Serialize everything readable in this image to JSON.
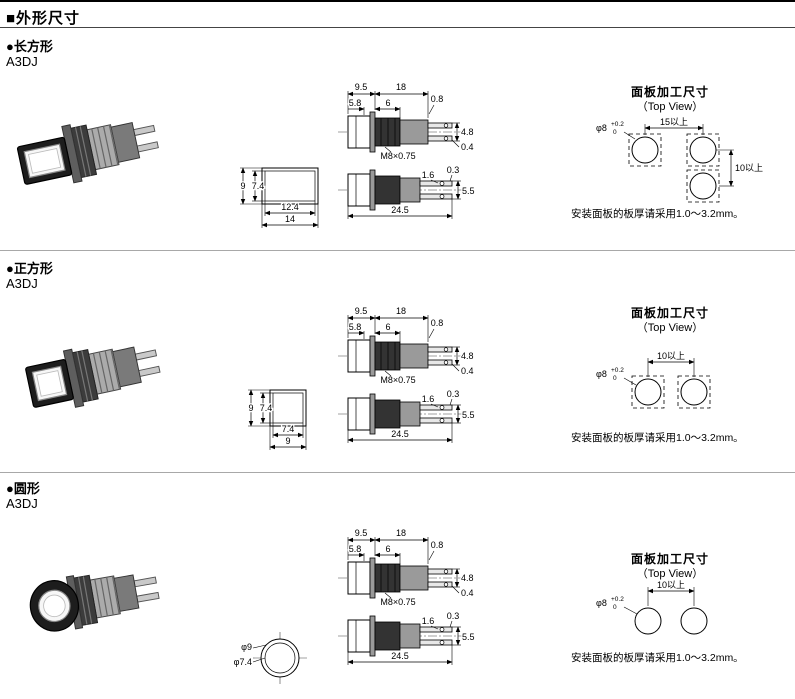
{
  "page": {
    "title": "■外形尺寸"
  },
  "shared": {
    "model": "A3DJ",
    "panel_title": "面板加工尺寸",
    "panel_subtitle": "（Top View）",
    "note": "安装面板的板厚请采用1.0～3.2mm。",
    "side_top": {
      "front_depth": "9.5",
      "body_len": "18",
      "cap_h": "5.8",
      "thread_len": "6",
      "panel_gap": "0.8",
      "term_span": "4.8",
      "term_thick": "0.4",
      "thread_spec": "M8×0.75"
    },
    "side_bottom": {
      "hole_off": "1.6",
      "tip_off": "0.3",
      "term_h": "5.5",
      "total_len": "24.5"
    }
  },
  "sections": [
    {
      "shape": "●长方形",
      "front": {
        "h_outer": "9",
        "h_inner": "7.4",
        "w_inner": "12.4",
        "w_outer": "14"
      },
      "panel": {
        "hole": "φ8",
        "tol_plus": "+0.2",
        "tol_minus": "0",
        "pitch_h": "15以上",
        "pitch_v": "10以上"
      }
    },
    {
      "shape": "●正方形",
      "front": {
        "h_outer": "9",
        "h_inner": "7.4",
        "w_inner": "7.4",
        "w_outer": "9"
      },
      "panel": {
        "hole": "φ8",
        "tol_plus": "+0.2",
        "tol_minus": "0",
        "pitch_h": "10以上"
      }
    },
    {
      "shape": "●圆形",
      "front": {
        "d_outer": "φ9",
        "d_inner": "φ7.4"
      },
      "panel": {
        "hole": "φ8",
        "tol_plus": "+0.2",
        "tol_minus": "0",
        "pitch_h": "10以上"
      }
    }
  ]
}
